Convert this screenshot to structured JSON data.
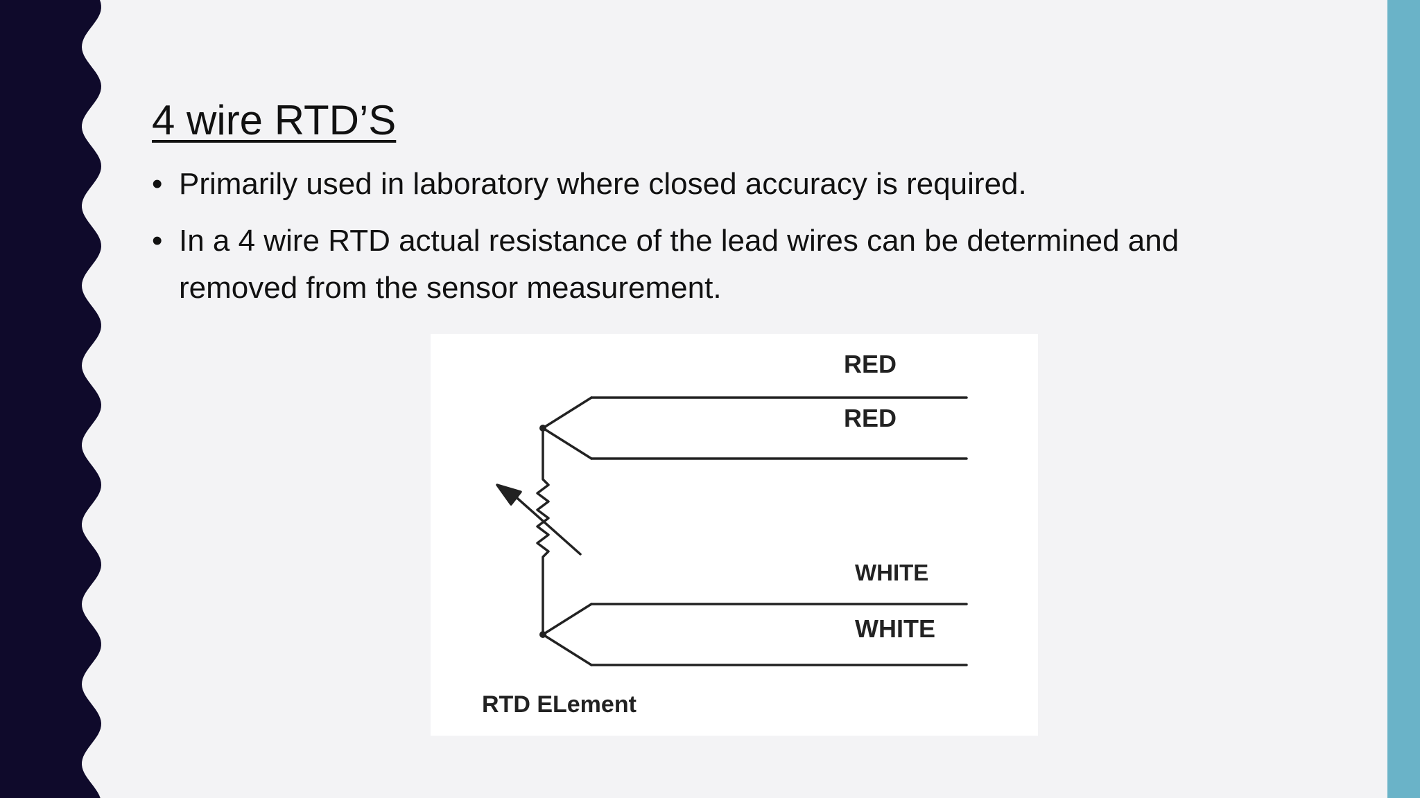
{
  "slide": {
    "title": "4 wire RTD’S",
    "bullets": [
      {
        "marker": "•",
        "text": "Primarily used in laboratory where closed accuracy is required."
      },
      {
        "marker": "•",
        "text": "In a 4 wire RTD actual resistance of the lead wires can be determined and removed from the sensor measurement."
      }
    ]
  },
  "diagram": {
    "labels": {
      "red_top": "RED",
      "red_bottom": "RED",
      "white_top": "WHITE",
      "white_bottom": "WHITE",
      "element": "RTD ELement"
    }
  },
  "colors": {
    "background": "#f3f3f5",
    "left_band": "#0f0a2b",
    "right_band": "#6ab3c8",
    "text": "#111111",
    "diagram_line": "#222222",
    "figure_background": "#ffffff"
  }
}
